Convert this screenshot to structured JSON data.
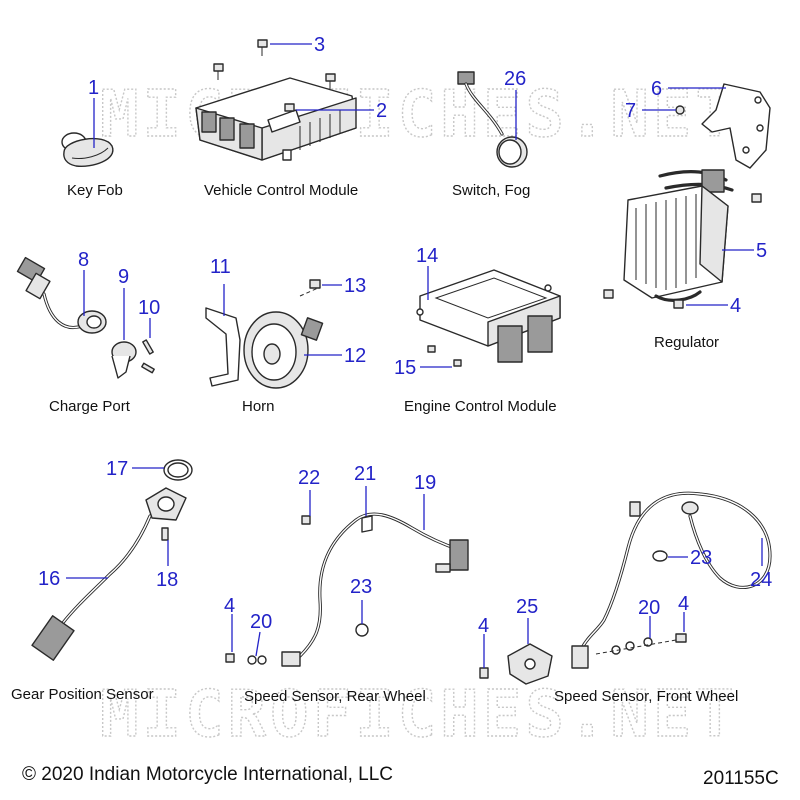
{
  "diagram": {
    "callouts": [
      "1",
      "2",
      "3",
      "4",
      "5",
      "6",
      "7",
      "8",
      "9",
      "10",
      "11",
      "12",
      "13",
      "14",
      "15",
      "16",
      "17",
      "18",
      "19",
      "20",
      "21",
      "22",
      "23",
      "24",
      "25",
      "26"
    ],
    "captions": {
      "key_fob": "Key Fob",
      "vehicle_control_module": "Vehicle Control Module",
      "switch_fog": "Switch, Fog",
      "regulator": "Regulator",
      "charge_port": "Charge Port",
      "horn": "Horn",
      "engine_control_module": "Engine Control Module",
      "gear_position_sensor": "Gear Position Sensor",
      "speed_sensor_rear": "Speed Sensor, Rear Wheel",
      "speed_sensor_front": "Speed Sensor, Front Wheel"
    },
    "watermark": "MICROFICHES.NET",
    "copyright": "© 2020 Indian Motorcycle International, LLC",
    "drawing_number": "201155C"
  }
}
